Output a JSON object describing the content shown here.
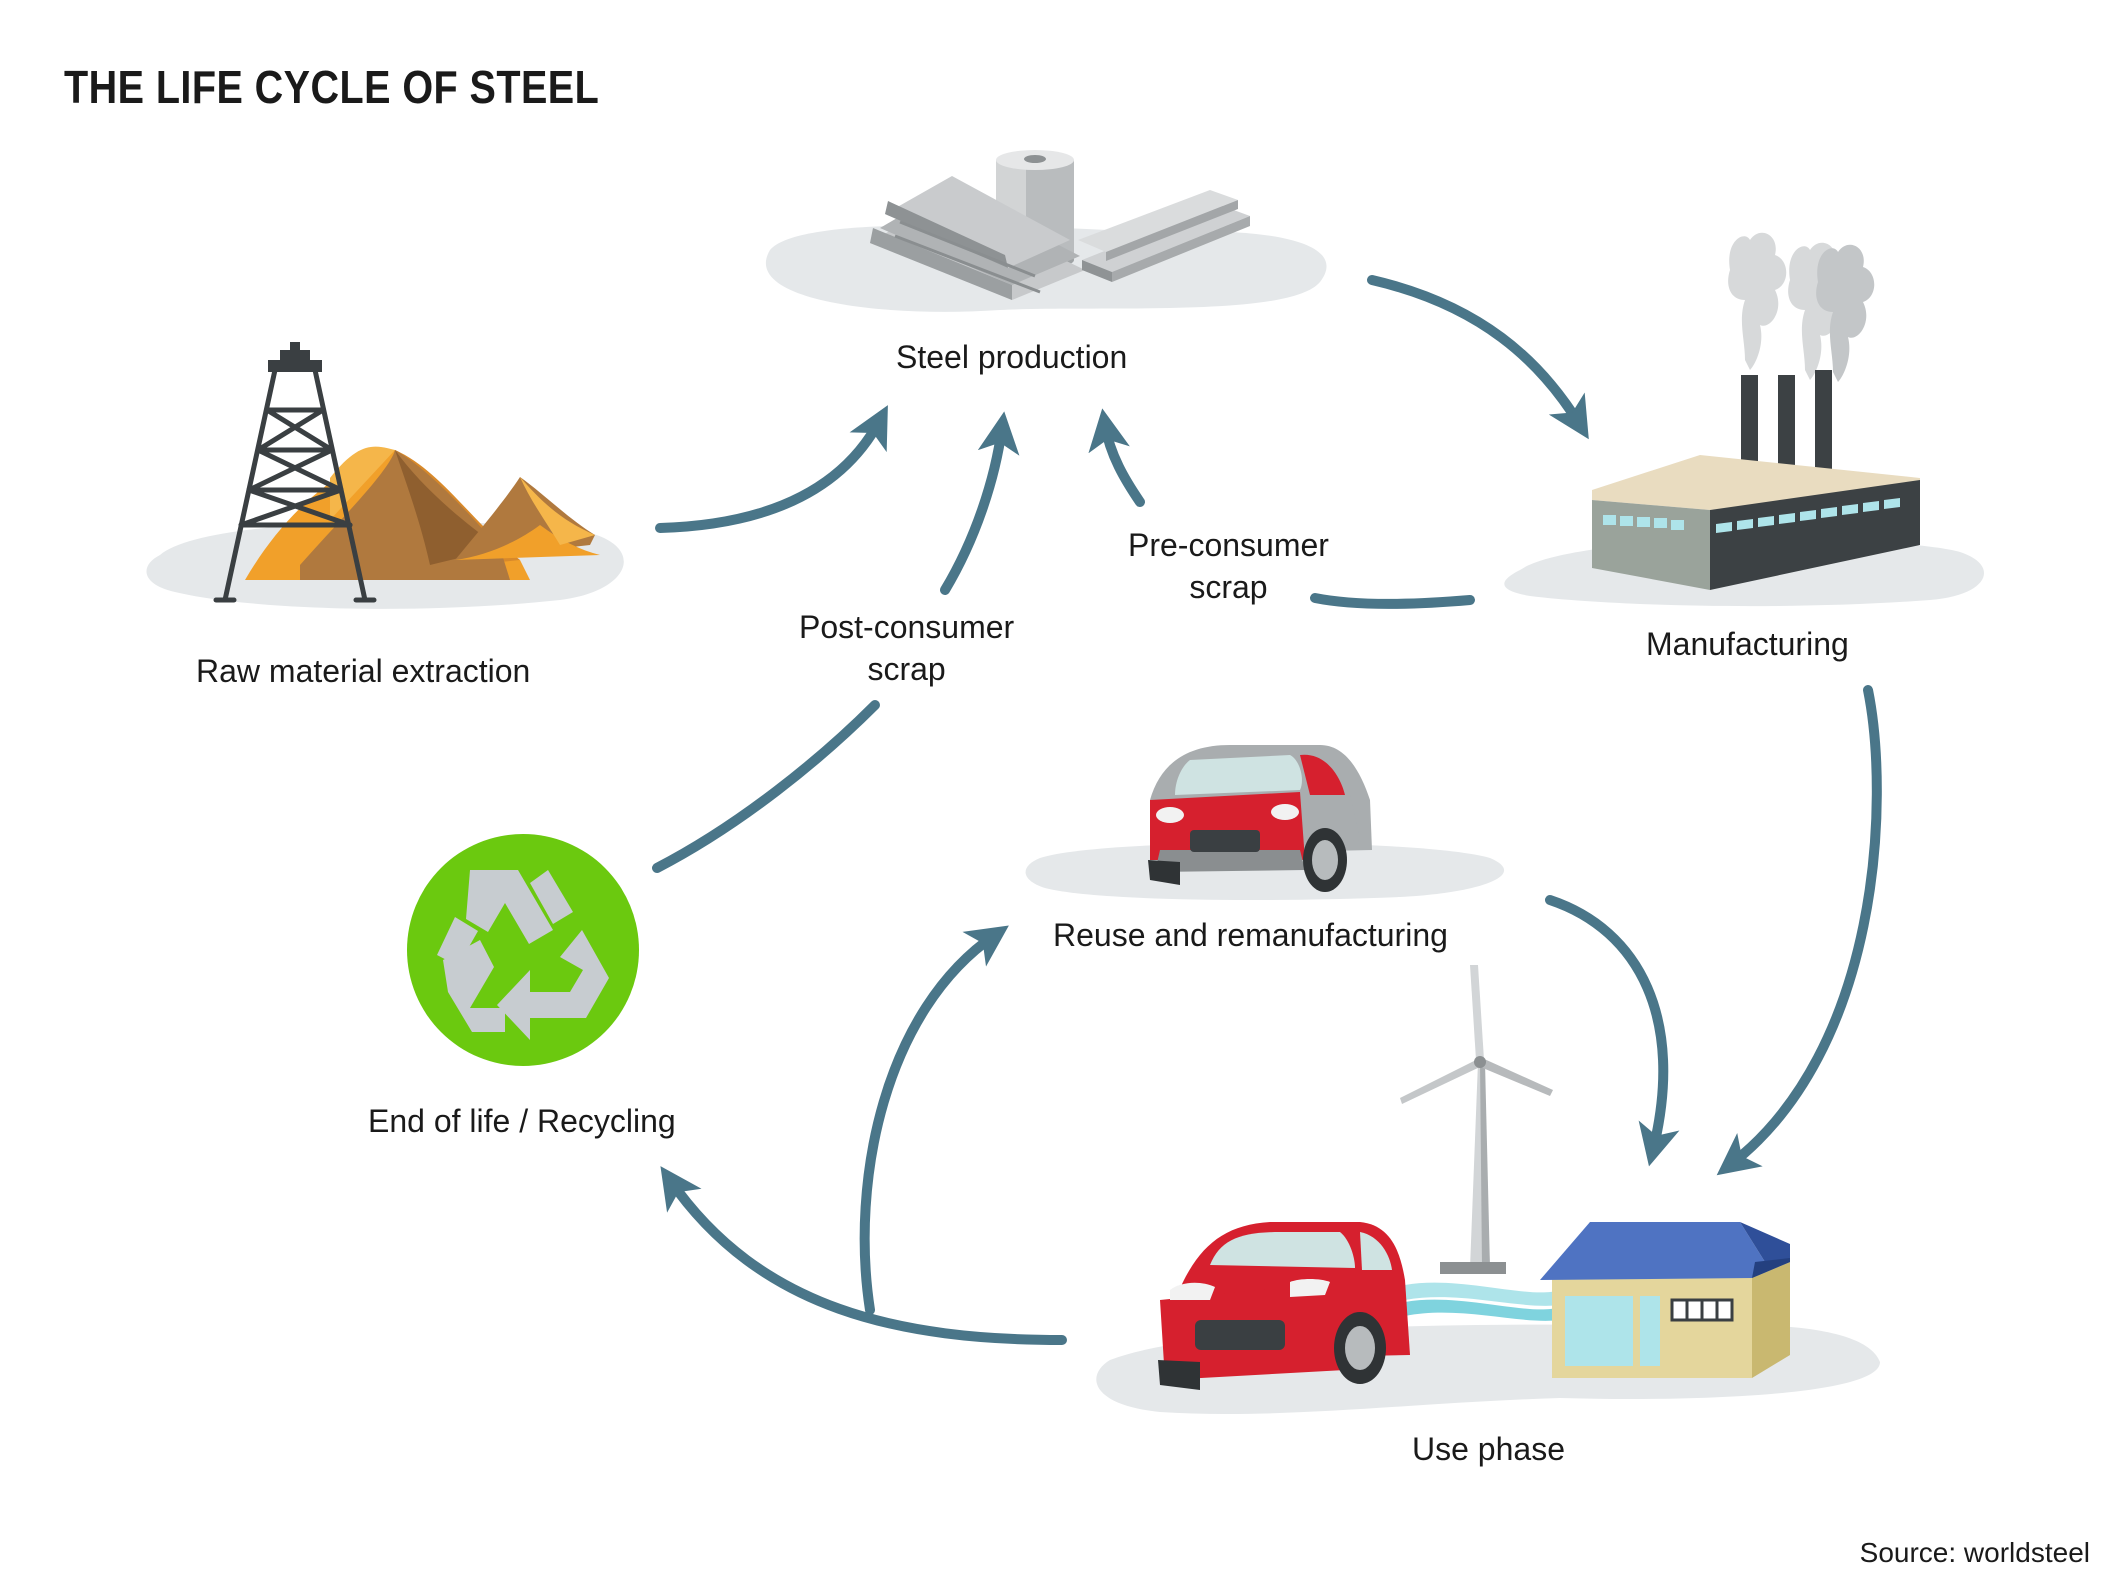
{
  "title": "THE LIFE CYCLE OF STEEL",
  "stages": {
    "steel_production": "Steel production",
    "raw_material": "Raw material extraction",
    "manufacturing": "Manufacturing",
    "reuse": "Reuse and remanufacturing",
    "recycling": "End of life / Recycling",
    "use_phase": "Use phase"
  },
  "flows": {
    "pre_consumer": [
      "Pre-consumer",
      "scrap"
    ],
    "post_consumer": [
      "Post-consumer",
      "scrap"
    ]
  },
  "source": "Source: worldsteel",
  "colors": {
    "arrow": "#4a7689",
    "recycle_green": "#6bc90f",
    "car_red": "#d6202e",
    "house_blue": "#4f73c2",
    "ore_orange": "#f1a02a",
    "ore_brown": "#b0793e"
  },
  "icons": [
    "steel-products-icon",
    "oil-rig-ore-icon",
    "factory-icon",
    "car-icon",
    "recycle-icon",
    "wind-turbine-icon",
    "house-icon"
  ]
}
